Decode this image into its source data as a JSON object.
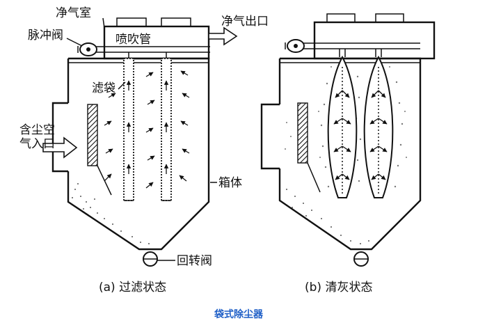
{
  "panel_a": {
    "label_clean_air_room": "净气室",
    "label_blow_pipe": "喷吹管",
    "label_clean_air_outlet": "净气出口",
    "label_pulse_valve": "脉冲阀",
    "label_filter_bag": "滤袋",
    "label_dusty_air_inlet_line1": "含尘空",
    "label_dusty_air_inlet_line2": "气入口",
    "label_box_body": "箱体",
    "label_rotary_valve": "回转阀",
    "caption": "(a)  过滤状态"
  },
  "panel_b": {
    "caption": "(b)  清灰状态"
  },
  "figure_title": "袋式除尘器"
}
